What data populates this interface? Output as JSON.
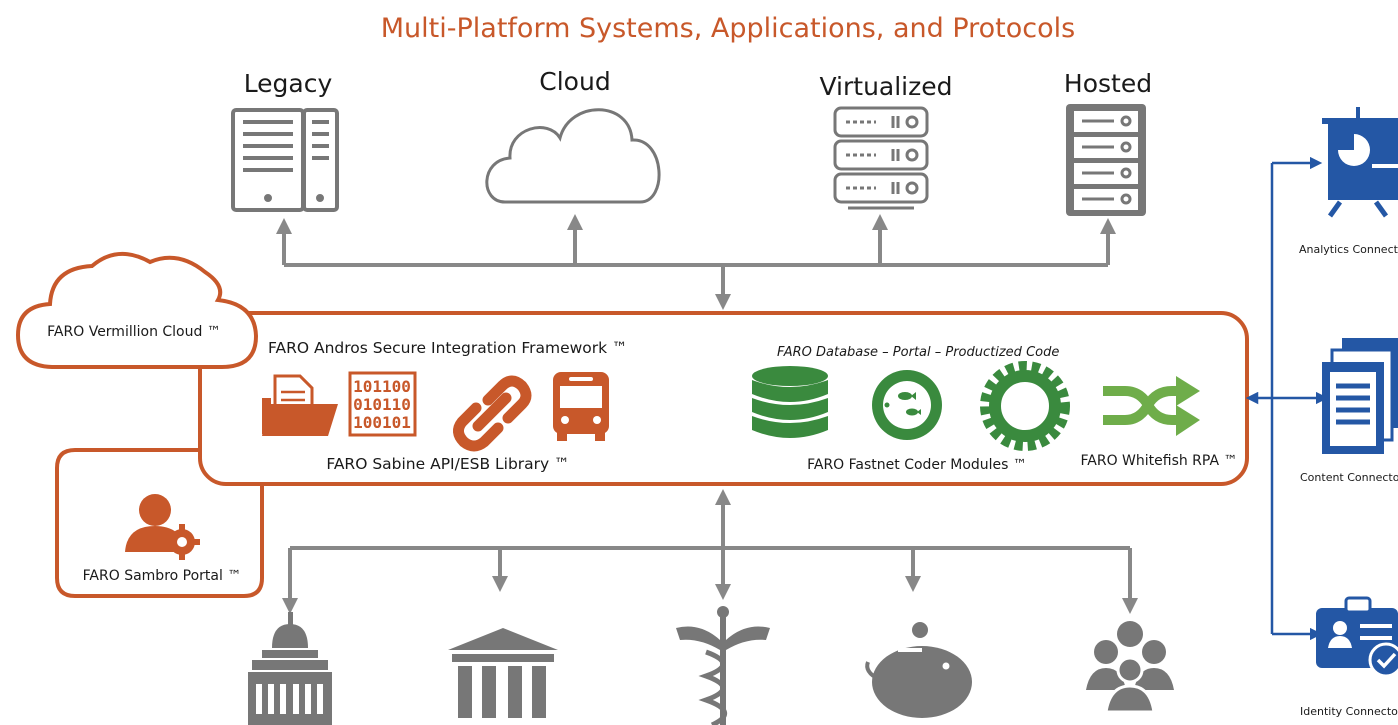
{
  "title": "Multi-Platform Systems, Applications, and Protocols",
  "platforms": [
    {
      "label": "Legacy",
      "icon": "legacy-server-icon"
    },
    {
      "label": "Cloud",
      "icon": "cloud-icon"
    },
    {
      "label": "Virtualized",
      "icon": "virtual-server-rack-icon"
    },
    {
      "label": "Hosted",
      "icon": "hosted-server-icon"
    }
  ],
  "vermillion": "FARO Vermillion Cloud ™",
  "sambro": "FARO Sambro Portal ™",
  "framework": {
    "title": "FARO Andros Secure Integration Framework ™",
    "sabine": "FARO Sabine API/ESB Library ™",
    "db_caption": "FARO Database – Portal – Productized Code",
    "fastnet": "FARO Fastnet Coder Modules ™",
    "whitefish": "FARO Whitefish RPA ™",
    "binary_rows": [
      "101100",
      "010110",
      "100101"
    ]
  },
  "connectors": [
    {
      "label": "Analytics Connectors",
      "icon": "analytics-presentation-icon"
    },
    {
      "label": "Content Connectors",
      "icon": "documents-icon"
    },
    {
      "label": "Identity Connectors",
      "icon": "id-badge-icon"
    }
  ],
  "sectors": [
    {
      "icon": "capitol-building-icon"
    },
    {
      "icon": "bank-building-icon"
    },
    {
      "icon": "caduceus-icon"
    },
    {
      "icon": "piggy-bank-icon"
    },
    {
      "icon": "people-group-icon"
    }
  ],
  "colors": {
    "orange": "#c8582a",
    "gray": "#888888",
    "green": "#3a8a3e",
    "light_green": "#6fad4a",
    "blue": "#2457a5"
  }
}
